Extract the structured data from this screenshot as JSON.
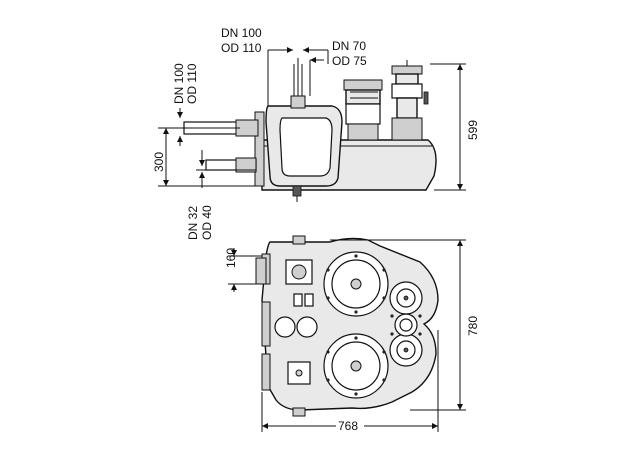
{
  "side_view": {
    "inlet_top_dn": "DN 100",
    "inlet_top_od": "OD 110",
    "vent_dn": "DN 70",
    "vent_od": "OD 75",
    "inlet_left_dn": "DN 100",
    "inlet_left_od": "OD 110",
    "inlet_height": "300",
    "outlet_dn": "DN 32",
    "outlet_od": "OD 40",
    "total_height": "599"
  },
  "plan_view": {
    "offset": "160",
    "depth": "780",
    "width": "768"
  }
}
